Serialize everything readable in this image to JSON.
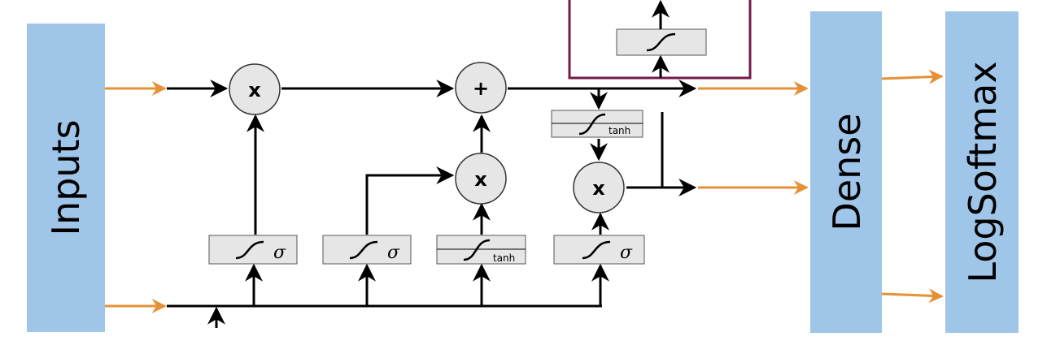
{
  "blocks": {
    "inputs": "Inputs",
    "dense": "Dense",
    "logsoftmax": "LogSoftmax"
  },
  "operators": {
    "forget_multiply": "x",
    "cell_add": "+",
    "input_multiply": "x",
    "output_multiply": "x"
  },
  "activations": {
    "forget_gate": "σ",
    "input_gate": "σ",
    "candidate": "tanh",
    "output_gate": "σ",
    "cell_tanh": "tanh"
  },
  "colors": {
    "block_fill": "#9fc5e8",
    "arrow_orange": "#e69138",
    "frame_purple": "#741b47",
    "gate_fill": "#e6e6e6",
    "line": "#000000"
  }
}
